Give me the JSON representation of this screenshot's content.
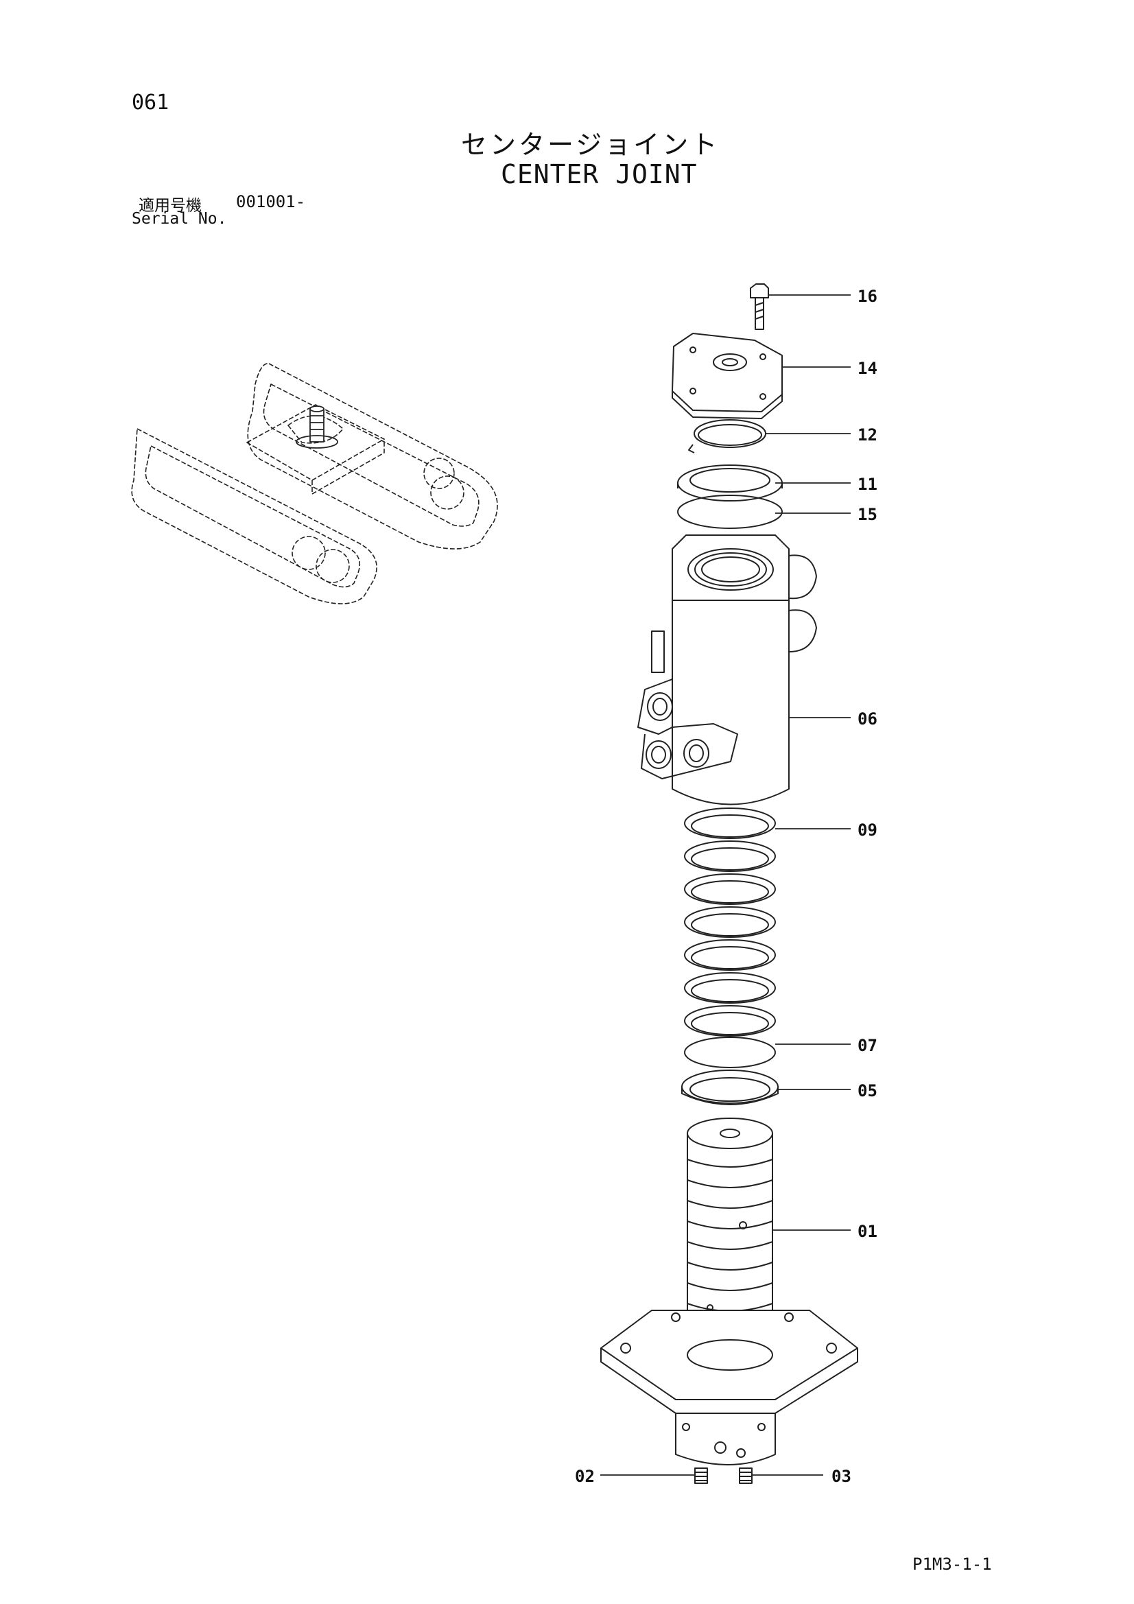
{
  "header": {
    "page_number": "061",
    "title_jp": "センタージョイント",
    "title_en": "CENTER JOINT",
    "serial_label_jp": "適用号機",
    "serial_value": "001001-",
    "serial_label_en": "Serial No."
  },
  "callouts": {
    "c16": "16",
    "c14": "14",
    "c12": "12",
    "c11": "11",
    "c15": "15",
    "c06": "06",
    "c09": "09",
    "c07": "07",
    "c05": "05",
    "c01": "01",
    "c02": "02",
    "c03": "03"
  },
  "footer": {
    "code": "P1M3-1-1"
  }
}
